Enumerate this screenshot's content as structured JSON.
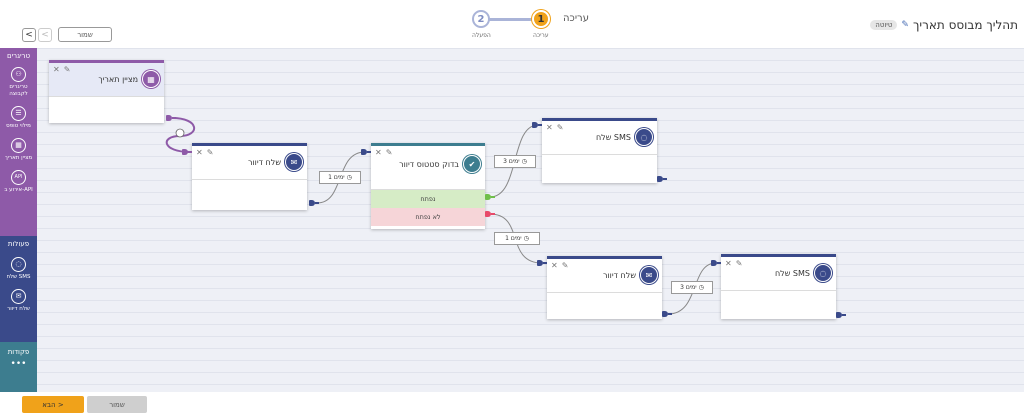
{
  "header": {
    "title": "תהליך מבוסס תאריך",
    "badge": "טיוטה",
    "edit_label": "עריכה",
    "steps": [
      {
        "num": "1",
        "label": "עריכה"
      },
      {
        "num": "2",
        "label": "הפעלה"
      }
    ],
    "save_label": "שמור",
    "prev_glyph": "<",
    "next_glyph": "<"
  },
  "sidebar": {
    "triggers": {
      "title": "טריגרים",
      "items": [
        {
          "label": "טריגרים לקבוצה",
          "icon": "group-icon"
        },
        {
          "label": "מילוי טופס",
          "icon": "form-icon"
        },
        {
          "label": "מציין תאריך",
          "icon": "calendar-icon"
        },
        {
          "label": "אירוע ב-API",
          "icon": "api-icon",
          "glyph": "API"
        }
      ]
    },
    "actions": {
      "title": "פעולות",
      "items": [
        {
          "label": "שלח SMS",
          "icon": "chat-icon"
        },
        {
          "label": "שלח דיוור",
          "icon": "mail-icon"
        }
      ]
    },
    "commands": {
      "title": "פקודות",
      "more": "•••"
    }
  },
  "nodes": {
    "trigger": {
      "title": "מציין תאריך",
      "icon": "calendar-icon"
    },
    "mail1": {
      "title": "שלח דיוור",
      "icon": "mail-icon"
    },
    "check": {
      "title": "בדוק סטטוס דיוור",
      "icon": "check-icon",
      "opened": "נפתח",
      "not_opened": "לא נפתח"
    },
    "sms1": {
      "title": "שלח SMS",
      "icon": "chat-icon"
    },
    "mail2": {
      "title": "שלח דיוור",
      "icon": "mail-icon"
    },
    "sms2": {
      "title": "שלח SMS",
      "icon": "chat-icon"
    }
  },
  "delays": {
    "d1": "1 ימים",
    "d2": "3 ימים",
    "d3": "1 ימים",
    "d4": "3 ימים"
  },
  "footer": {
    "next_label": "הבא >",
    "save_label": "שמור"
  },
  "colors": {
    "accent": "#f0a21a",
    "triggers": "#8e5aa8",
    "actions": "#3a4a8a",
    "commands": "#3d7d8f"
  }
}
